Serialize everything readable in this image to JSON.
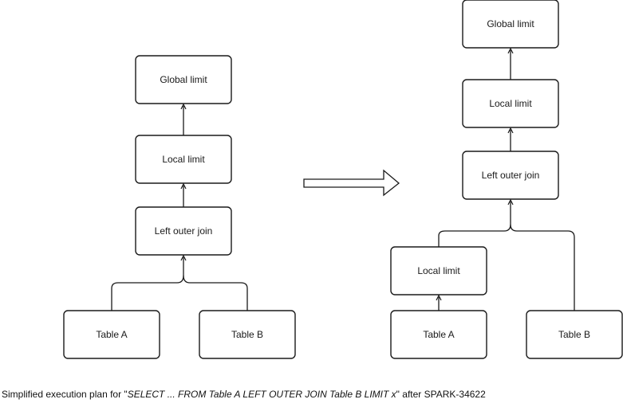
{
  "before_plan": {
    "global_limit": "Global limit",
    "local_limit": "Local limit",
    "join": "Left outer join",
    "table_a": "Table A",
    "table_b": "Table B"
  },
  "after_plan": {
    "global_limit": "Global limit",
    "local_limit_top": "Local limit",
    "join": "Left outer join",
    "local_limit_pushed": "Local limit",
    "table_a": "Table A",
    "table_b": "Table B"
  },
  "caption": {
    "prefix": "Simplified execution plan for \"",
    "query": "SELECT ... FROM Table A  LEFT OUTER JOIN Table B LIMIT x",
    "suffix": "\" after SPARK-34622"
  }
}
